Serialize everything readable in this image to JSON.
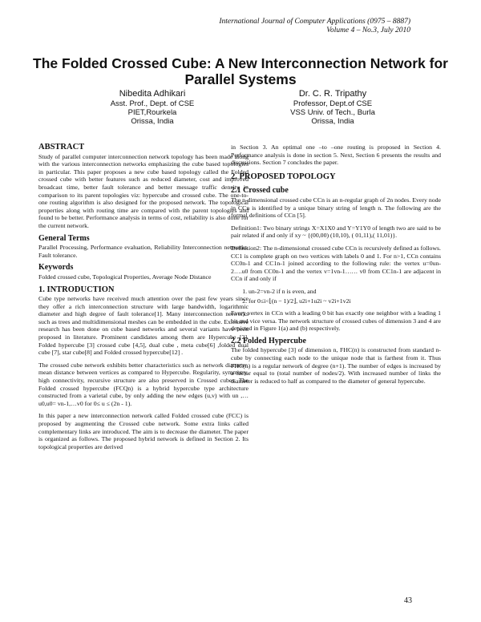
{
  "header": {
    "journal": "International Journal of Computer Applications (0975 – 8887)",
    "volume": "Volume 4 – No.3, July 2010"
  },
  "title": "The Folded Crossed Cube: A New Interconnection Network for Parallel Systems",
  "authors": [
    {
      "name": "Nibedita Adhikari",
      "position": "Asst. Prof., Dept. of CSE",
      "institution": "PIET,Rourkela",
      "location": "Orissa, India"
    },
    {
      "name": "Dr. C. R. Tripathy",
      "position": "Professor, Dept.of CSE",
      "institution": "VSS Univ. of Tech., Burla",
      "location": "Orissa, India"
    }
  ],
  "left": {
    "abstract_heading": "ABSTRACT",
    "abstract_text": "Study of parallel computer interconnection network topology has been made along with the various interconnection networks emphasizing the cube based topologies in particular. This paper proposes a new cube based topology called the Folded crossed cube with better features such as reduced diameter, cost and improved broadcast time, better fault tolerance and better message traffic density in comparison to its parent topologies viz: hypercube and crossed cube. The one-to-one routing algorithm is also designed for the proposed network. The topological properties along with routing time are compared with the parent topologies and found to be better. Performance analysis in terms of cost, reliability is also done for the current network.",
    "general_terms_heading": "General Terms",
    "general_terms_text": "Parallel Processing, Performance evaluation, Reliability Interconnection networks, Fault tolerance.",
    "keywords_heading": "Keywords",
    "keywords_text": "Folded crossed cube, Topological Properties, Average Node Distance",
    "intro_heading": "1.   INTRODUCTION",
    "intro_p1": "Cube type networks have received much attention over the past few years since they offer a rich interconnection structure with large bandwidth, logarithmic diameter and high degree of fault tolerance[1]. Many interconnection networks such as trees and multidimensional meshes can be embedded in the cube. Extensive research has been done on cube based networks and several variants have been proposed in literature.          Prominent candidates among them are Hypercube [2], Folded hypercube [3] crossed cube [4,5], dual cube , meta cube[6] ,folded dual cube [7], star cube[8] and Folded crossed hypercube[12] .",
    "intro_p2": "The crossed cube network exhibits better characteristics such as network diameter, mean distance between vertices as compared to Hypercube. Regularity, symmetry, high connectivity, recursive structure are also preserved in Crossed cubes. The Folded crossed hypercube (FCQn) is a hybrid hypercube type architecture constructed from a varietal cube, by only adding the new edges (u,v) with un ,…u0,u0= vn-1,…v0 for 0≤ u ≤ (2n - 1).",
    "intro_p3": "In this paper a new interconnection network called Folded crossed cube (FCC) is proposed by augmenting the Crossed cube network. Some extra links called complementary links are introduced. The aim is to decrease the diameter. The paper is organized as follows. The proposed hybrid network is defined in Section 2. Its topological properties are derived"
  },
  "right": {
    "cont_text": "in Section 3. An optimal one –to –one routing is proposed in Section 4. Performance analysis is done in section 5. Next, Section 6 presents the results and discussions. Section 7 concludes the paper.",
    "section2_heading": "2.   PROPOSED TOPOLOGY",
    "sub21_heading": "2.1 Crossed cube",
    "sub21_text": "The n-dimensional crossed cube CCn is an n-regular graph of 2n nodes. Every node in CCn is identified by a unique binary string of length n. The following are the formal definitions of CCn [5].",
    "def1_text": "Definition1: Two binary strings X=X1X0 and Y=Y1Y0 of length two are said to be pair related if and only if xy ~ {(00,00) (10,10), ( 01,11),( 11,01)}.",
    "def2_text": "Definition2: The n-dimensional crossed cube CCn is recursively defined as follows. CC1 is complete graph on two vertices with labels 0 and 1. For n>1, CCn contains CC0n-1 and CC1n-1 joined according to the following rule: the vertex u=0un-2….u0 from CC0n-1 and the vertex v=1vn-1…… v0 from CC1n-1 are adjacent in CCn if and only if",
    "list": [
      "un-2=vn-2 if n is even, and",
      "for 0≤i<⌊(n − 1)/2⌋, u2i+1u2i ~ v2i+1v2i"
    ],
    "para3": "Every vertex in CCn with a leading 0 bit has exactly one neighbor with a leading 1 bit and vice versa. The network structure of crossed cubes of dimension 3 and 4 are depicted in Figure 1(a) and (b) respectively.",
    "sub22_heading": "2.2 Folded Hypercube",
    "sub22_text": "The folded hypercube [3] of dimension n, FHC(n) is constructed from standard n-cube by connecting each node to the unique node that is farthest from it. Thus FHC(n) is a regular network of degree (n+1). The number of edges is increased by a factor equal to (total number of nodes/2). With increased number of links the diameter is reduced to half as compared to the diameter of general hypercube."
  },
  "page_number": "43"
}
